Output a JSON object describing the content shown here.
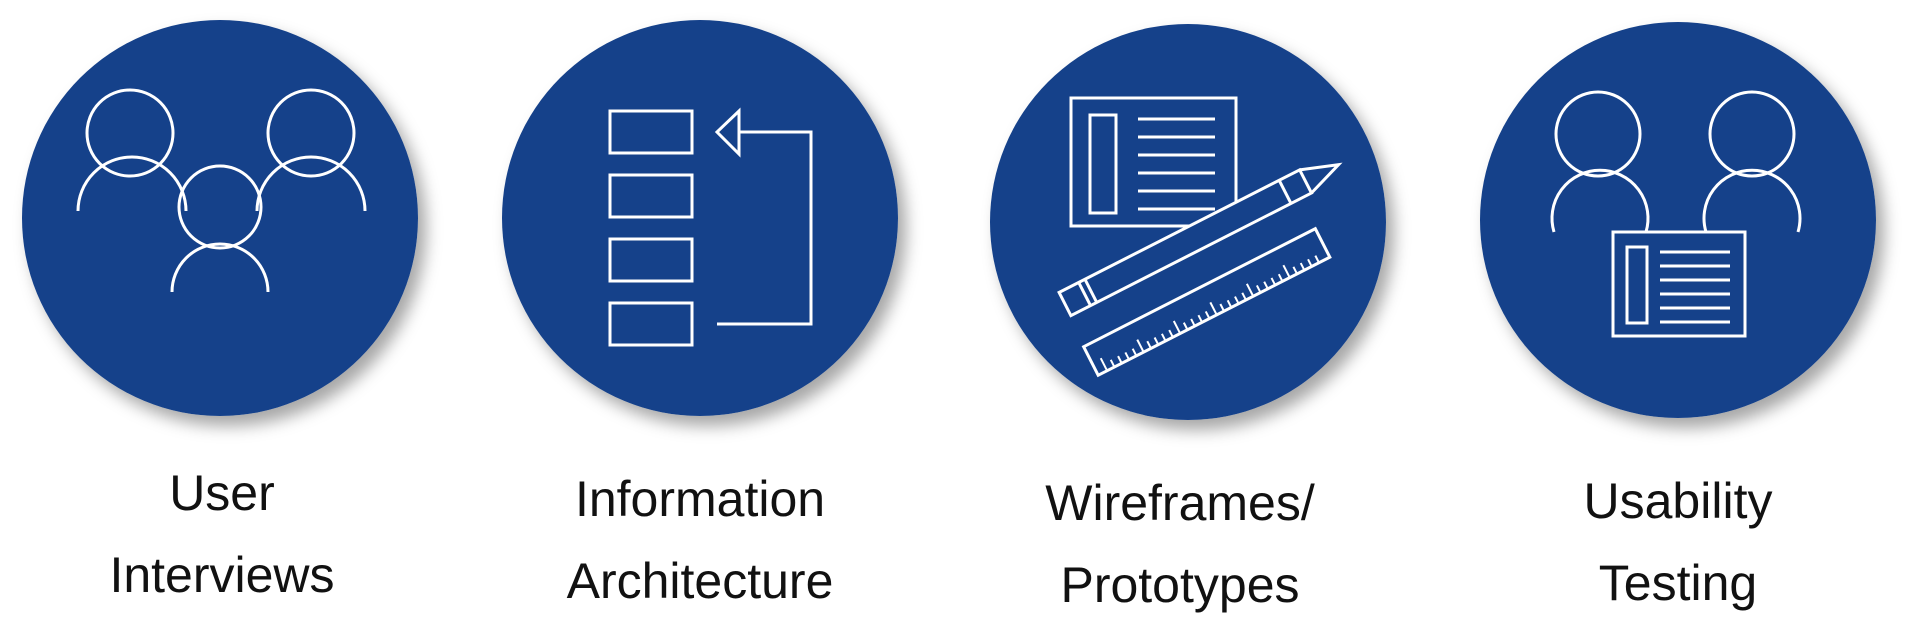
{
  "colors": {
    "circle_fill": "#15418a",
    "line": "#ffffff",
    "text": "#111111"
  },
  "steps": [
    {
      "icon": "user-group-icon",
      "line1": "User",
      "line2": "Interviews"
    },
    {
      "icon": "sitemap-icon",
      "line1": "Information",
      "line2": "Architecture"
    },
    {
      "icon": "wireframe-pencil-ruler-icon",
      "line1": "Wireframes/",
      "line2": "Prototypes"
    },
    {
      "icon": "usability-test-icon",
      "line1": "Usability",
      "line2": "Testing"
    }
  ]
}
